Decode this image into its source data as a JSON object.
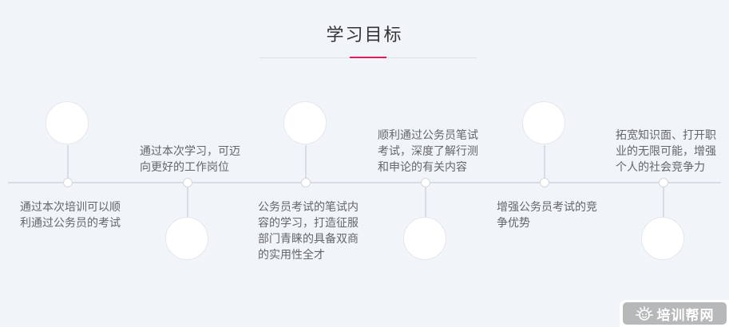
{
  "header": {
    "title": "学习目标"
  },
  "timeline": {
    "nodes": [
      {
        "id": 1,
        "text": "通过本次培训可以顺利通过公务员的考试",
        "text_position": "below-line",
        "circle_position": "above-line"
      },
      {
        "id": 2,
        "text": "通过本次学习，可迈向更好的工作岗位",
        "text_position": "above-line",
        "circle_position": "below-line"
      },
      {
        "id": 3,
        "text": "公务员考试的笔试内容的学习，打造征服部门青睐的具备双商的实用性全才",
        "text_position": "below-line",
        "circle_position": "above-line"
      },
      {
        "id": 4,
        "text": "顺利通过公务员笔试考试，深度了解行测和申论的有关内容",
        "text_position": "above-line",
        "circle_position": "below-line"
      },
      {
        "id": 5,
        "text": "增强公务员考试的竞争优势",
        "text_position": "below-line",
        "circle_position": "above-line"
      },
      {
        "id": 6,
        "text": "拓宽知识面、打开职业的无限可能，增强个人的社会竞争力",
        "text_position": "above-line",
        "circle_position": "below-line"
      }
    ]
  },
  "watermark": {
    "brand": "培训帮网",
    "icon": "smiley-sun-icon"
  },
  "colors": {
    "background": "#f1f4f8",
    "accent": "#e2195b",
    "timeline_line": "#d9dce3",
    "body_text": "#63666b",
    "title_text": "#333333",
    "watermark_badge": "#b7b8ba"
  }
}
